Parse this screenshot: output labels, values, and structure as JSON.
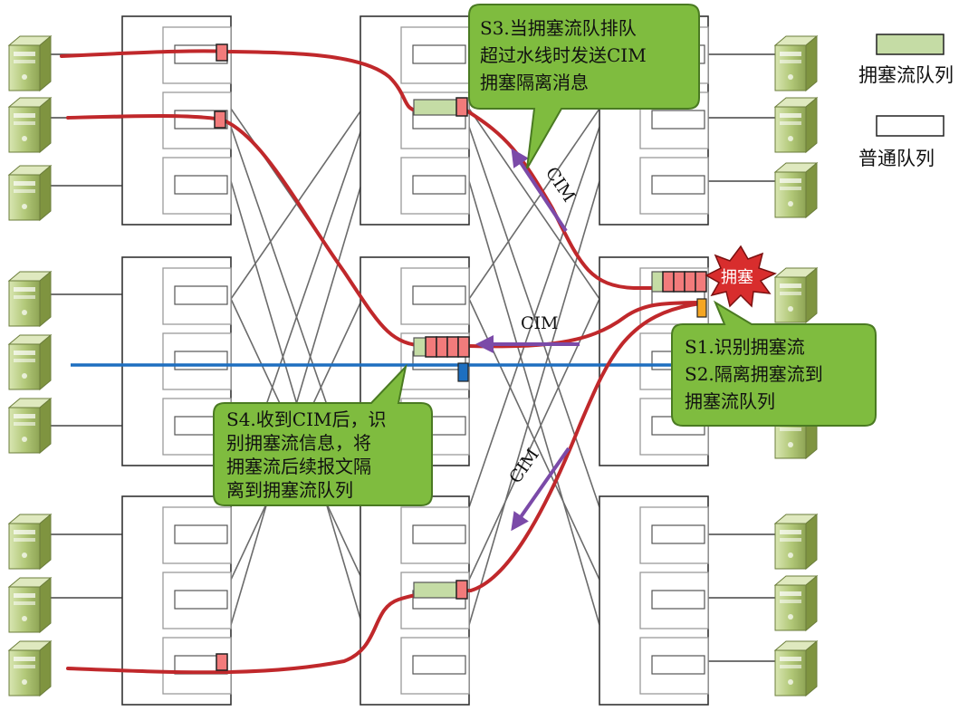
{
  "legend": {
    "congested_queue": "拥塞流队列",
    "normal_queue": "普通队列",
    "congested_color": "#c5dca5",
    "normal_color": "#ffffff"
  },
  "callouts": {
    "s3": [
      "S3.当拥塞流队排队",
      "超过水线时发送CIM",
      "拥塞隔离消息"
    ],
    "s1s2": [
      "S1.识别拥塞流",
      "S2.隔离拥塞流到",
      "拥塞流队列"
    ],
    "s4": [
      "S4.收到CIM后，识",
      "别拥塞流信息，将",
      "拥塞流后续报文隔",
      "离到拥塞流队列"
    ]
  },
  "cim_labels": {
    "top": "CIM",
    "middle": "CIM",
    "bottom": "CIM"
  },
  "congestion_badge": "拥塞",
  "colors": {
    "callout_fill": "#7fbc3f",
    "callout_stroke": "#4a7a22",
    "flow_red": "#c0282b",
    "flow_blue": "#1e6fc0",
    "cim_arrow": "#7b4aa8",
    "switch_border": "#333333",
    "server_body": "#a7c06a"
  }
}
